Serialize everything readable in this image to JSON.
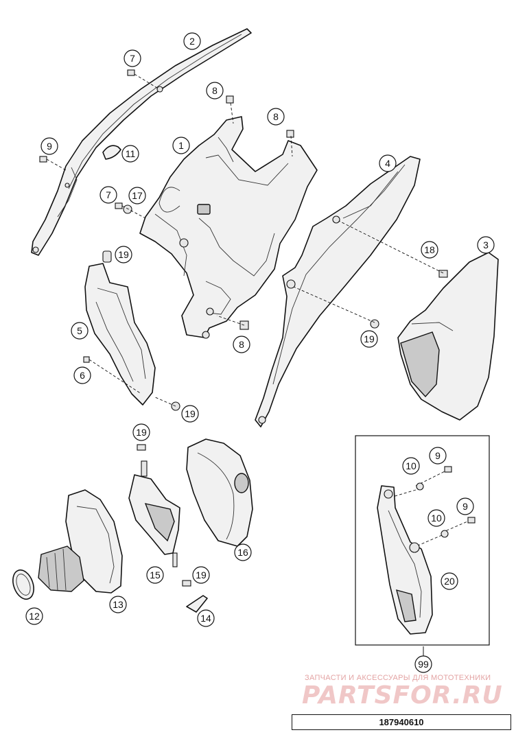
{
  "callouts": {
    "c1": "1",
    "c2": "2",
    "c3": "3",
    "c4": "4",
    "c5": "5",
    "c6": "6",
    "c7a": "7",
    "c7b": "7",
    "c8a": "8",
    "c8b": "8",
    "c8c": "8",
    "c9a": "9",
    "c9b": "9",
    "c9c": "9",
    "c10a": "10",
    "c10b": "10",
    "c11": "11",
    "c12": "12",
    "c13": "13",
    "c14": "14",
    "c15": "15",
    "c16": "16",
    "c17": "17",
    "c18": "18",
    "c19a": "19",
    "c19b": "19",
    "c19c": "19",
    "c19d": "19",
    "c19e": "19",
    "c20": "20",
    "c99": "99"
  },
  "watermark": {
    "tagline": "ЗАПЧАСТИ И АКСЕССУАРЫ ДЛЯ МОТОТЕХНИКИ",
    "site": "PARTSFOR.RU"
  },
  "document_number": "187940610"
}
